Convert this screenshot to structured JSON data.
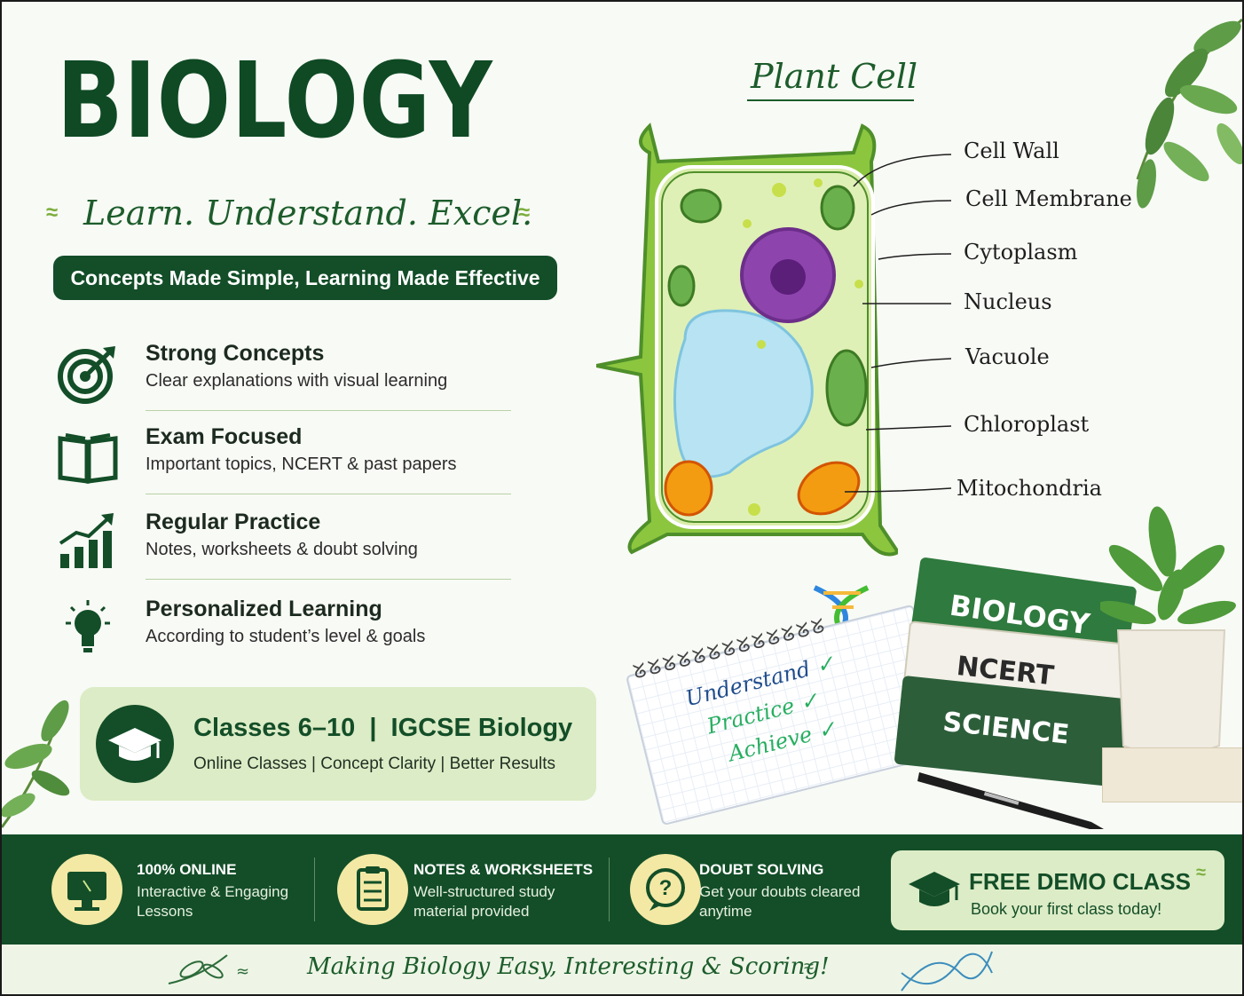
{
  "header": {
    "title": "BIOLOGY",
    "tagline": "Learn. Understand. Excel.",
    "pill": "Concepts Made Simple, Learning Made Effective"
  },
  "features": [
    {
      "title": "Strong Concepts",
      "desc": "Clear explanations with visual learning",
      "icon": "target-icon"
    },
    {
      "title": "Exam Focused",
      "desc": "Important topics, NCERT & past papers",
      "icon": "open-book-icon"
    },
    {
      "title": "Regular Practice",
      "desc": "Notes, worksheets & doubt solving",
      "icon": "growth-chart-icon"
    },
    {
      "title": "Personalized Learning",
      "desc": "According to student’s level & goals",
      "icon": "lightbulb-icon"
    }
  ],
  "classes_box": {
    "heading": "Classes 6–10  |  IGCSE Biology",
    "sub": "Online Classes | Concept Clarity | Better Results",
    "icon": "graduation-cap-icon"
  },
  "diagram": {
    "title": "Plant Cell",
    "labels": [
      "Cell Wall",
      "Cell Membrane",
      "Cytoplasm",
      "Nucleus",
      "Vacuole",
      "Chloroplast",
      "Mitochondria"
    ]
  },
  "notebook": {
    "lines": [
      "Understand",
      "Practice",
      "Achieve"
    ]
  },
  "books": [
    "BIOLOGY",
    "NCERT",
    "SCIENCE"
  ],
  "bottom_bar": [
    {
      "title": "100% ONLINE",
      "desc": "Interactive & Engaging Lessons",
      "icon": "monitor-icon"
    },
    {
      "title": "NOTES & WORKSHEETS",
      "desc": "Well-structured study material provided",
      "icon": "clipboard-icon"
    },
    {
      "title": "DOUBT SOLVING",
      "desc": "Get your doubts cleared anytime",
      "icon": "question-bubble-icon"
    }
  ],
  "demo": {
    "heading": "FREE DEMO CLASS",
    "sub": "Book your first class today!",
    "icon": "graduation-cap-icon"
  },
  "footer": {
    "text": "Making  Biology Easy, Interesting & Scoring!"
  },
  "colors": {
    "dark_green": "#134e28",
    "light_green": "#dcecc6",
    "accent_yellow": "#f3e9a5"
  }
}
